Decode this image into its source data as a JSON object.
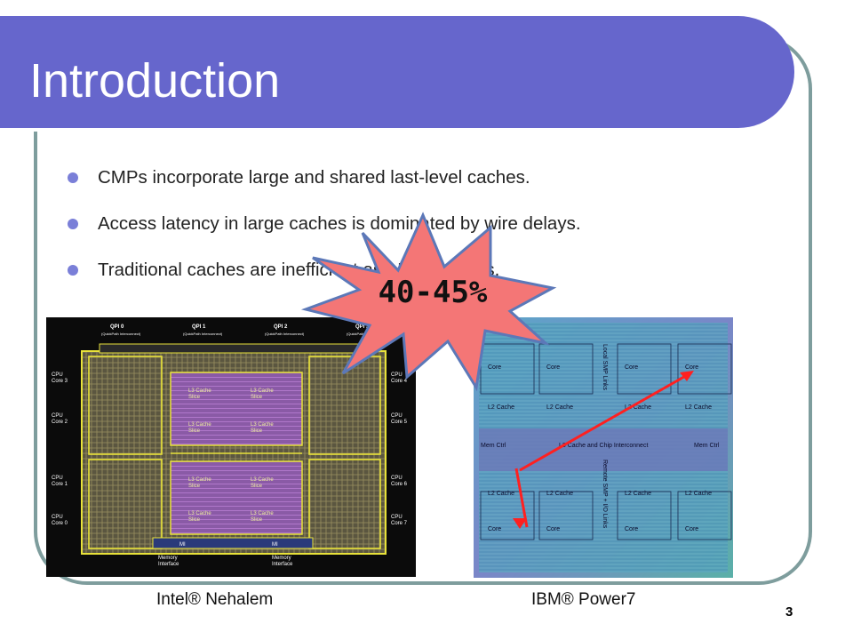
{
  "slide": {
    "title": "Introduction",
    "bullets": [
      "CMPs incorporate large and shared last-level caches.",
      "Access latency in large caches is dominated by wire delays.",
      "Traditional caches are inefficient as LLC in CMPs."
    ],
    "callout": "40-45%",
    "page_number": "3",
    "colors": {
      "title_bar": "#6666cc",
      "frame_border": "#7e9d9d",
      "bullet_dot": "#7a7fd8",
      "callout_fill": "#f47676",
      "callout_stroke": "#5c78b8",
      "arrow": "#ff2020"
    }
  },
  "nehalem": {
    "caption": "Intel® Nehalem",
    "qpi": [
      "QPI 0",
      "QPI 1",
      "QPI 2",
      "QPI 3"
    ],
    "qpi_sub": "(QuickPath Interconnect)",
    "cores_left": [
      "CPU\nCore 3",
      "CPU\nCore 2",
      "CPU\nCore 1",
      "CPU\nCore 0"
    ],
    "cores_right": [
      "CPU\nCore 4",
      "CPU\nCore 5",
      "CPU\nCore 6",
      "CPU\nCore 7"
    ],
    "l3_label": "L3 Cache\nSlice",
    "memory": [
      "Memory\nInterface",
      "Memory\nInterface"
    ],
    "mi": [
      "MI",
      "MI"
    ]
  },
  "power7": {
    "caption": "IBM® Power7",
    "core_label": "Core",
    "l2_label": "L2 Cache",
    "mem_ctrl": [
      "Mem Ctrl",
      "Mem Ctrl"
    ],
    "center": "L3 Cache and Chip Interconnect",
    "local_links": "Local SMP Links",
    "remote_links": "Remote SMP + I/O Links"
  }
}
